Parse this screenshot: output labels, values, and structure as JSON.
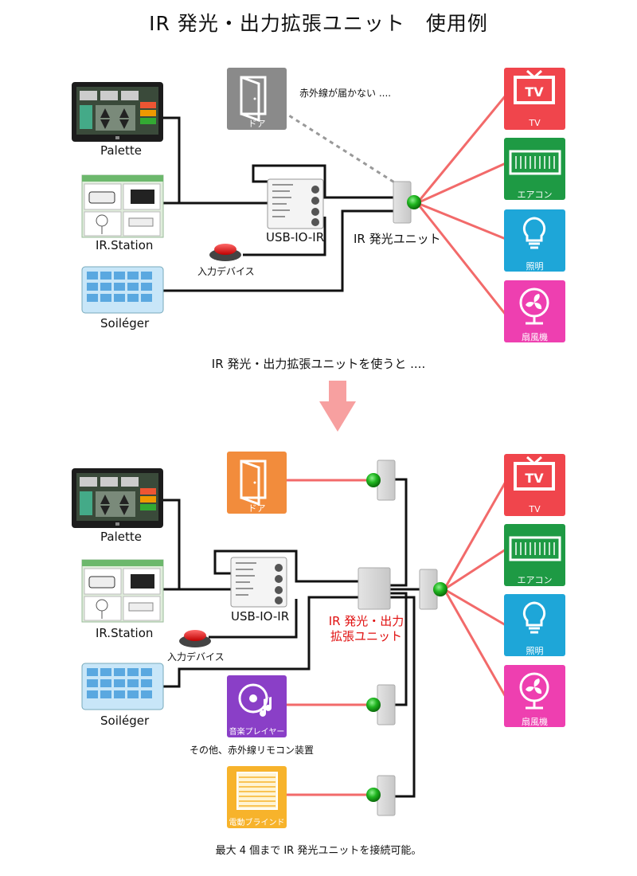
{
  "title": "IR 発光・出力拡張ユニット　使用例",
  "top": {
    "palette": "Palette",
    "irstation": "IR.Station",
    "soileger": "Soiléger",
    "usbio": "USB-IO-IR",
    "input_device": "入力デバイス",
    "ir_unit": "IR 発光ユニット",
    "door": "ドア",
    "ir_blocked": "赤外線が届かない ....",
    "tv": "TV",
    "aircon": "エアコン",
    "light": "照明",
    "fan": "扇風機"
  },
  "transition": "IR 発光・出力拡張ユニットを使うと ....",
  "bottom": {
    "palette": "Palette",
    "irstation": "IR.Station",
    "soileger": "Soiléger",
    "usbio": "USB-IO-IR",
    "input_device": "入力デバイス",
    "ext_unit_line1": "IR 発光・出力",
    "ext_unit_line2": "拡張ユニット",
    "door": "ドア",
    "music_player": "音楽プレイヤー",
    "other_remote": "その他、赤外線リモコン装置",
    "blind": "電動ブラインド",
    "tv": "TV",
    "aircon": "エアコン",
    "light": "照明",
    "fan": "扇風機"
  },
  "footer": "最大 4 個まで IR 発光ユニットを接続可能。",
  "colors": {
    "tv": "#f0454c",
    "aircon": "#1e9a44",
    "light": "#1ea6d8",
    "fan": "#ee3fb0",
    "door_blocked": "#8a8a8a",
    "door_active": "#f28c3c",
    "music": "#8a3fc7",
    "blind": "#f7b32b",
    "ir_line": "#f26a6a",
    "led": "#1fb51f"
  }
}
